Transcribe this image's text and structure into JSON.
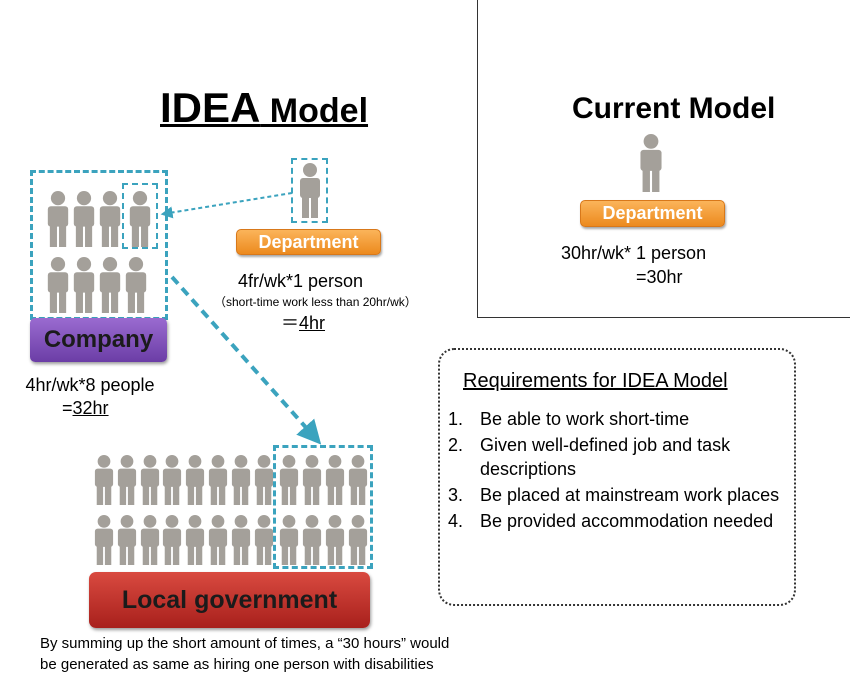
{
  "idea_title": {
    "big": "IDEA",
    "rest": " Model"
  },
  "current_title": "Current Model",
  "department_label": "Department",
  "department_stats": {
    "line1": "4fr/wk*1 person",
    "note": "（short-time work less than 20hr/wk）",
    "prefix": "＝",
    "total": "4hr"
  },
  "company": {
    "label": "Company",
    "line1": "4hr/wk*8 people",
    "prefix": "=",
    "total": "32hr"
  },
  "local_government": {
    "label": "Local government"
  },
  "current_model": {
    "department_label": "Department",
    "line1": "30hr/wk* 1 person",
    "line2": "=30hr"
  },
  "requirements": {
    "title": "Requirements for IDEA Model",
    "items": [
      {
        "num": "1.",
        "text": "Be able to work short-time"
      },
      {
        "num": "2.",
        "text": "Given well-defined job and task descriptions"
      },
      {
        "num": "3.",
        "text": "Be placed at mainstream work places"
      },
      {
        "num": "4.",
        "text": "Be provided accommodation needed"
      }
    ]
  },
  "footer": {
    "line1": "By summing up the short amount of times, a “30 hours” would",
    "line2": "be generated as same as hiring one person with disabilities"
  },
  "colors": {
    "person": "#a4a09a",
    "dash": "#3ba3be",
    "department": "#f0931f",
    "company": "#7b4fb6",
    "government": "#c0302a"
  }
}
